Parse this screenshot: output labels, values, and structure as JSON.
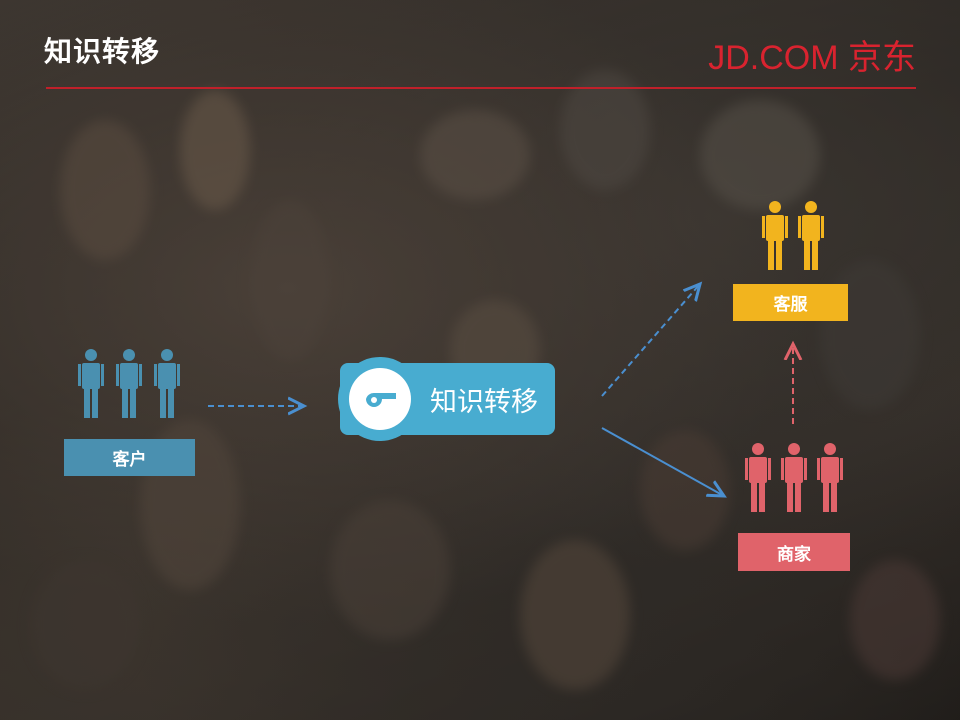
{
  "slide": {
    "title": "知识转移",
    "logo": "JD.COM 京东"
  },
  "nodes": {
    "customer": {
      "label": "客户",
      "color": "#4a90b0",
      "figure_color": "#4a90b0",
      "count": 3
    },
    "center": {
      "label": "知识转移",
      "icon": "whistle-icon",
      "color": "#48acd0"
    },
    "service": {
      "label": "客服",
      "color": "#f2b41e",
      "figure_color": "#f2b41e",
      "count": 2
    },
    "merchant": {
      "label": "商家",
      "color": "#e0636a",
      "figure_color": "#e0636a",
      "count": 3
    }
  },
  "colors": {
    "accent_red": "#d9232f",
    "arrow_blue": "#4a8fd0",
    "arrow_red": "#e0636a"
  }
}
